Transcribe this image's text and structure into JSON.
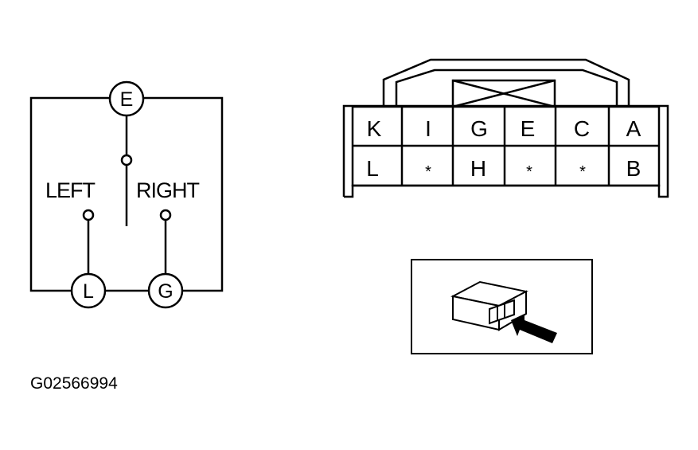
{
  "switch_schematic": {
    "terminal_top": "E",
    "terminal_bottom_left": "L",
    "terminal_bottom_right": "G",
    "label_left": "LEFT",
    "label_right": "RIGHT"
  },
  "connector": {
    "row1": [
      "K",
      "I",
      "G",
      "E",
      "C",
      "A"
    ],
    "row2": [
      "L",
      "*",
      "H",
      "*",
      "*",
      "B"
    ]
  },
  "figure_id": "G02566994"
}
